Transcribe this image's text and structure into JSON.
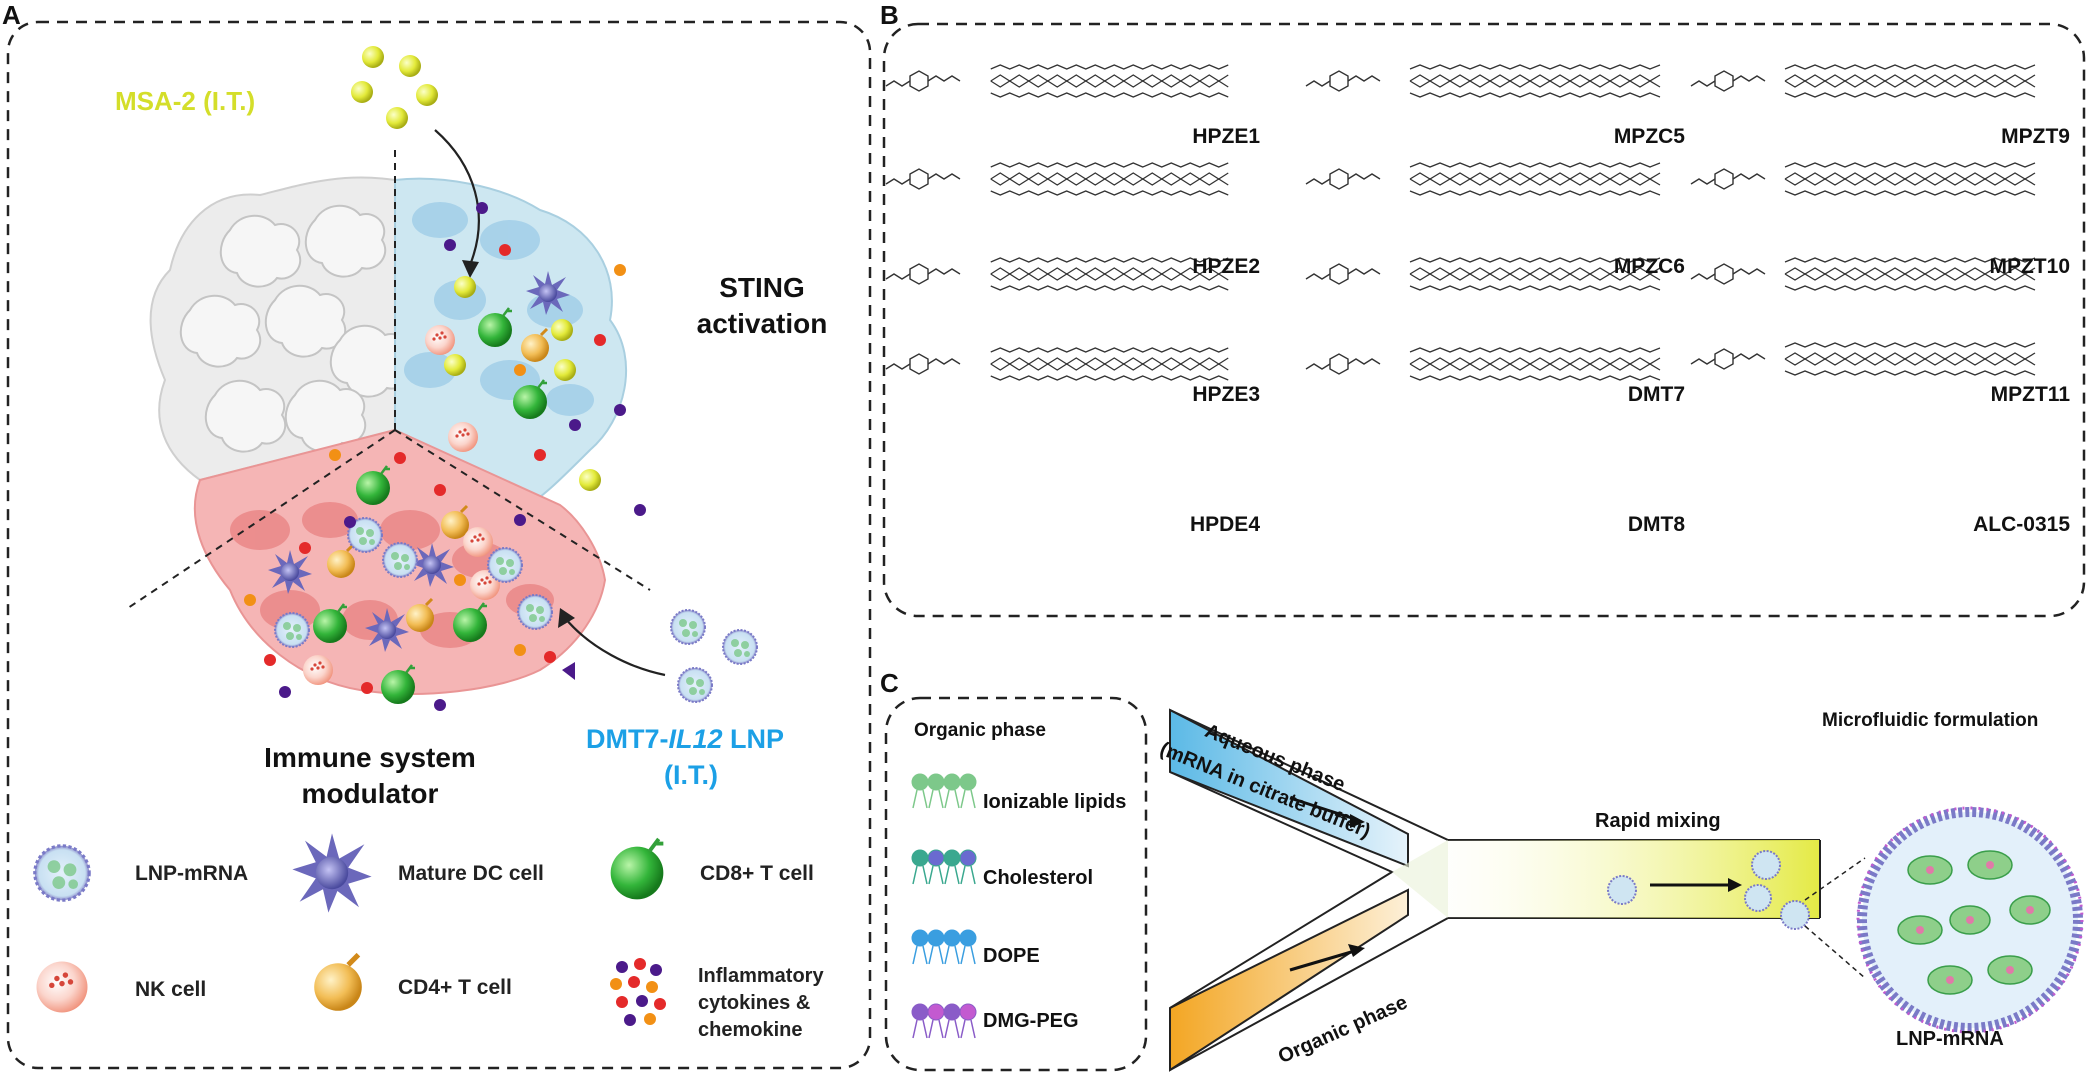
{
  "panels": {
    "a": {
      "letter": "A"
    },
    "b": {
      "letter": "B"
    },
    "c": {
      "letter": "C"
    }
  },
  "panel_a": {
    "drug_label": "MSA-2 (I.T.)",
    "sting_label_line1": "STING",
    "sting_label_line2": "activation",
    "immune_label_line1": "Immune system",
    "immune_label_line2": "modulator",
    "lnp_label_part1": "DMT7-",
    "lnp_label_italic": "IL12",
    "lnp_label_part2": " LNP",
    "lnp_label_line2": "(I.T.)",
    "legend": [
      {
        "icon": "lnp-mrna-icon",
        "label": "LNP-mRNA"
      },
      {
        "icon": "mature-dc-cell-icon",
        "label": "Mature DC cell"
      },
      {
        "icon": "cd8-t-cell-icon",
        "label": "CD8+ T cell"
      },
      {
        "icon": "nk-cell-icon",
        "label": "NK cell"
      },
      {
        "icon": "cd4-t-cell-icon",
        "label": "CD4+ T cell"
      },
      {
        "icon": "cytokines-icon",
        "label_line1": "Inflammatory",
        "label_line2": "cytokines &",
        "label_line3": "chemokine"
      }
    ],
    "colors": {
      "msa2": "#d4de2a",
      "lnp_text": "#1ca0e6",
      "tumor_blue": "#bfe0ee",
      "tumor_red": "#f2a3a3",
      "tumor_grey": "#e6e6e6"
    }
  },
  "panel_b": {
    "lipids": [
      {
        "name": "HPZE1"
      },
      {
        "name": "MPZC5"
      },
      {
        "name": "MPZT9"
      },
      {
        "name": "HPZE2"
      },
      {
        "name": "MPZC6"
      },
      {
        "name": "MPZT10"
      },
      {
        "name": "HPZE3"
      },
      {
        "name": "DMT7"
      },
      {
        "name": "MPZT11"
      },
      {
        "name": "HPDE4"
      },
      {
        "name": "DMT8"
      },
      {
        "name": "ALC-0315"
      }
    ]
  },
  "panel_c": {
    "organic_box_title": "Organic phase",
    "components": [
      {
        "icon": "ionizable-lipid-icon",
        "label": "Ionizable lipids",
        "color": "#7dc88a"
      },
      {
        "icon": "cholesterol-icon",
        "label": "Cholesterol",
        "color": "#3aa88f"
      },
      {
        "icon": "dope-icon",
        "label": "DOPE",
        "color": "#3a9ee0"
      },
      {
        "icon": "dmg-peg-icon",
        "label": "DMG-PEG",
        "color": "#8a5cc8"
      }
    ],
    "aqueous_label_line1": "Aqueous phase",
    "aqueous_label_line2": "(mRNA in citrate buffer)",
    "organic_channel_label": "Organic phase",
    "mixing_label": "Rapid mixing",
    "microfluidic_label": "Microfluidic formulation",
    "product_label": "LNP-mRNA",
    "colors": {
      "aqueous": "#5bb9e6",
      "organic": "#f3a623",
      "mixing": "#e8ee5a"
    }
  }
}
